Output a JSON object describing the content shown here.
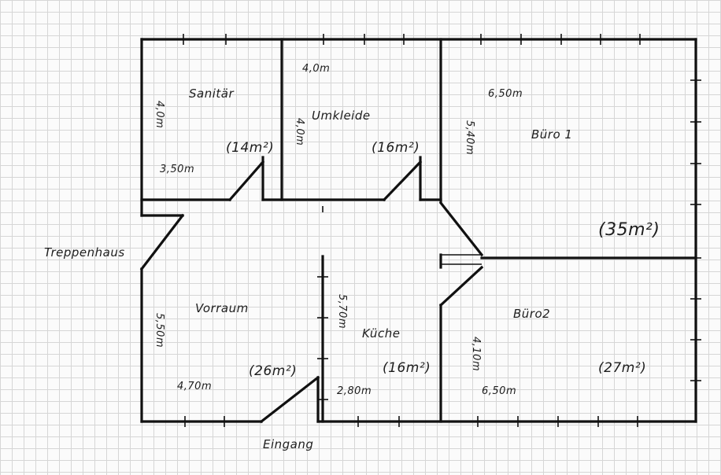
{
  "rooms": {
    "sanitaer": {
      "name": "Sanitär",
      "area": "(14m²)",
      "dim_height": "4,0m",
      "dim_width": "3,50m"
    },
    "umkleide": {
      "name": "Umkleide",
      "area": "(16m²)",
      "dim_height": "4,0m",
      "dim_width": "4,0m"
    },
    "buero1": {
      "name": "Büro 1",
      "area": "(35m²)",
      "dim_width": "6,50m",
      "dim_height": "5,40m"
    },
    "vorraum": {
      "name": "Vorraum",
      "area": "(26m²)",
      "dim_height": "5,50m",
      "dim_width": "4,70m"
    },
    "kueche": {
      "name": "Küche",
      "area": "(16m²)",
      "dim_height": "5,70m",
      "dim_width": "2,80m"
    },
    "buero2": {
      "name": "Büro2",
      "area": "(27m²)",
      "dim_height": "4,10m",
      "dim_width": "6,50m"
    }
  },
  "labels": {
    "treppenhaus": "Treppenhaus",
    "eingang": "Eingang"
  },
  "colors": {
    "ink": "#111111",
    "grid": "#d6d6d6",
    "paper": "#fbfbfb"
  }
}
